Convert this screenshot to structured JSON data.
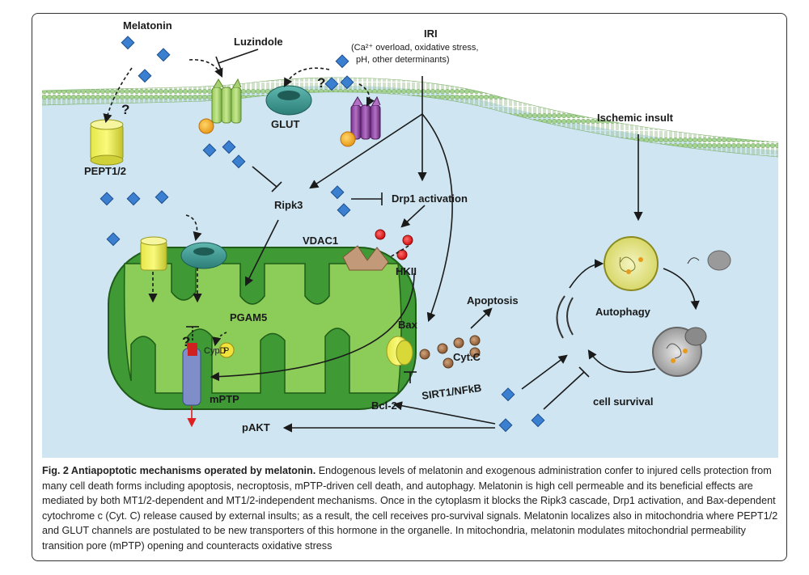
{
  "figure": {
    "labels": {
      "melatonin": "Melatonin",
      "luzindole": "Luzindole",
      "iri": "IRI",
      "iri_line1": "(Ca²⁺ overload, oxidative stress,",
      "iri_line2": "pH, other determinants)",
      "glut": "GLUT",
      "pept": "PEPT1/2",
      "ischemic_insult": "Ischemic insult",
      "ripk3": "Ripk3",
      "drp1": "Drp1 activation",
      "vdac1": "VDAC1",
      "hkii": "HKII",
      "apoptosis": "Apoptosis",
      "bax": "Bax",
      "cytc": "Cyt.C",
      "pgam5": "PGAM5",
      "cypd": "CypD",
      "p": "P",
      "mptp": "mPTP",
      "bcl2": "Bcl-2",
      "sirt1": "SIRT1/NFkB",
      "pakt": "pAKT",
      "autophagy": "Autophagy",
      "cell_survival": "cell survival",
      "q1": "?",
      "q2": "?",
      "q3": "?"
    },
    "colors": {
      "cytoplasm": "#cfe6f2",
      "membrane_head": "#9fd08c",
      "mito_outer": "#3f9a35",
      "mito_inner": "#8ccc58",
      "melatonin_diamond": "#3b7fd0",
      "ros_dot": "#e31b1b",
      "cytc_dot": "#a9744a"
    }
  },
  "caption": {
    "title": "Fig. 2 Antiapoptotic mechanisms operated by melatonin.",
    "text": " Endogenous levels of melatonin and exogenous administration confer to injured cells protection from many cell death forms including apoptosis, necroptosis, mPTP-driven cell death, and autophagy. Melatonin is high cell permeable and its beneficial effects are mediated by both MT1/2-dependent and MT1/2-independent mechanisms. Once in the cytoplasm it blocks the Ripk3 cascade, Drp1 activation, and Bax-dependent cytochrome c (Cyt. C) release caused by external insults; as a result, the cell receives pro-survival signals. Melatonin localizes also in mitochondria where PEPT1/2 and GLUT channels are postulated to be new transporters of this hormone in the organelle. In mitochondria, melatonin modulates mitochondrial permeability transition pore (mPTP) opening and counteracts oxidative stress"
  }
}
